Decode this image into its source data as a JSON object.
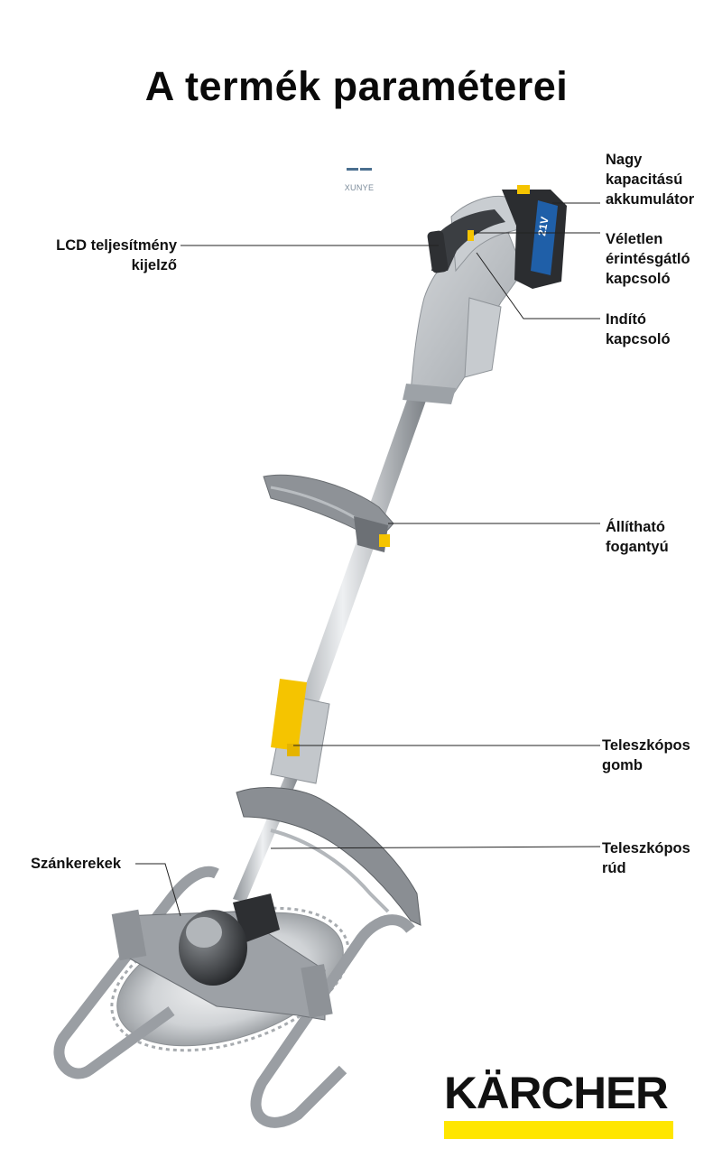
{
  "title": "A termék paraméterei",
  "watermark": "XUNYE",
  "labels": {
    "battery": "Nagy\nkapacitású\nakkumulátor",
    "lcd": "LCD teljesítmény\nkijelző",
    "safety_switch": "Véletlen\nérintésgátló\nkapcsoló",
    "start_switch": "Indító\nkapcsoló",
    "handle": "Állítható\nfogantyú",
    "tele_button": "Teleszkópos\ngomb",
    "tele_rod": "Teleszkópos\nrúd",
    "skids": "Szánkerekek"
  },
  "battery_label_text": "21V",
  "logo": {
    "text": "KÄRCHER",
    "stripe_color": "#ffe600"
  },
  "colors": {
    "body_gray": "#b9bec3",
    "dark_gray": "#4a4d52",
    "accent_yellow": "#f5c400",
    "battery_blue": "#1f5fa8"
  }
}
